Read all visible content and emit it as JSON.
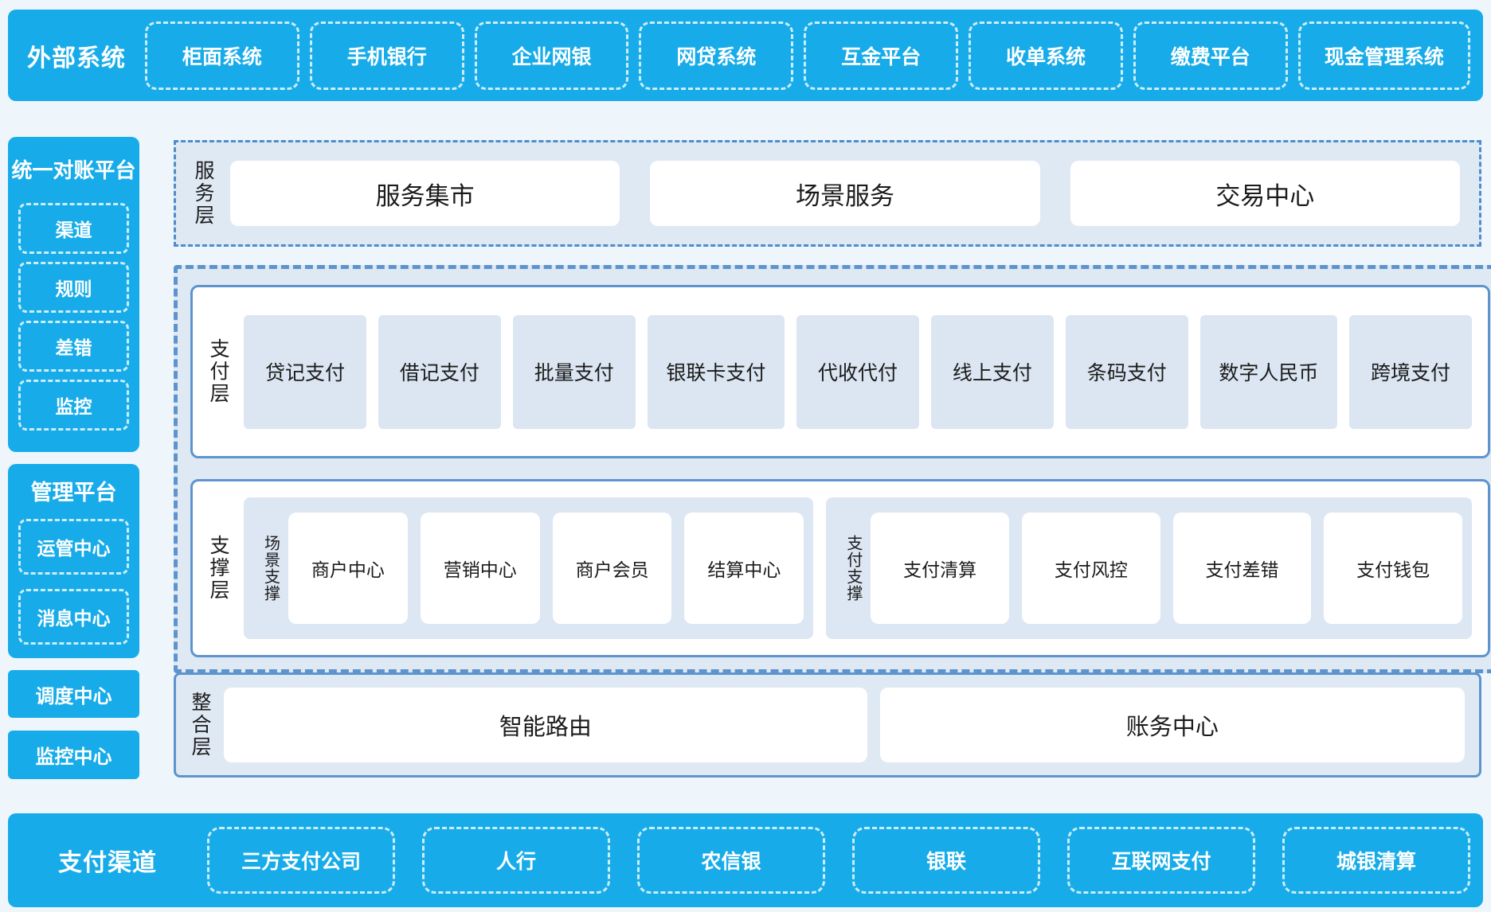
{
  "colors": {
    "bright_blue": "#17ace9",
    "panel_light_blue": "#dfe9f4",
    "cell_light_blue": "#dbe6f2",
    "border_blue": "#5e94ce",
    "page_background": "#eef6fc"
  },
  "top_bar": {
    "title": "外部系统",
    "items": [
      "柜面系统",
      "手机银行",
      "企业网银",
      "网贷系统",
      "互金平台",
      "收单系统",
      "缴费平台",
      "现金管理系统"
    ]
  },
  "left_column": {
    "recon_platform": {
      "title": "统一对账平台",
      "items": [
        "渠道",
        "规则",
        "差错",
        "监控"
      ]
    },
    "mgmt_platform": {
      "title": "管理平台",
      "items": [
        "运管中心",
        "消息中心"
      ]
    },
    "solo_blocks": [
      "调度中心",
      "监控中心"
    ]
  },
  "service_layer": {
    "label": "服务层",
    "items": [
      "服务集市",
      "场景服务",
      "交易中心"
    ]
  },
  "payment_layer": {
    "label": "支付层",
    "items": [
      "贷记支付",
      "借记支付",
      "批量支付",
      "银联卡支付",
      "代收代付",
      "线上支付",
      "条码支付",
      "数字人民币",
      "跨境支付"
    ]
  },
  "support_layer": {
    "label": "支撑层",
    "groups": [
      {
        "label": "场景支撑",
        "items": [
          "商户中心",
          "营销中心",
          "商户会员",
          "结算中心"
        ]
      },
      {
        "label": "支付支撑",
        "items": [
          "支付清算",
          "支付风控",
          "支付差错",
          "支付钱包"
        ]
      }
    ]
  },
  "integration_layer": {
    "label": "整合层",
    "items": [
      "智能路由",
      "账务中心"
    ]
  },
  "bottom_bar": {
    "title": "支付渠道",
    "items": [
      "三方支付公司",
      "人行",
      "农信银",
      "银联",
      "互联网支付",
      "城银清算"
    ]
  }
}
